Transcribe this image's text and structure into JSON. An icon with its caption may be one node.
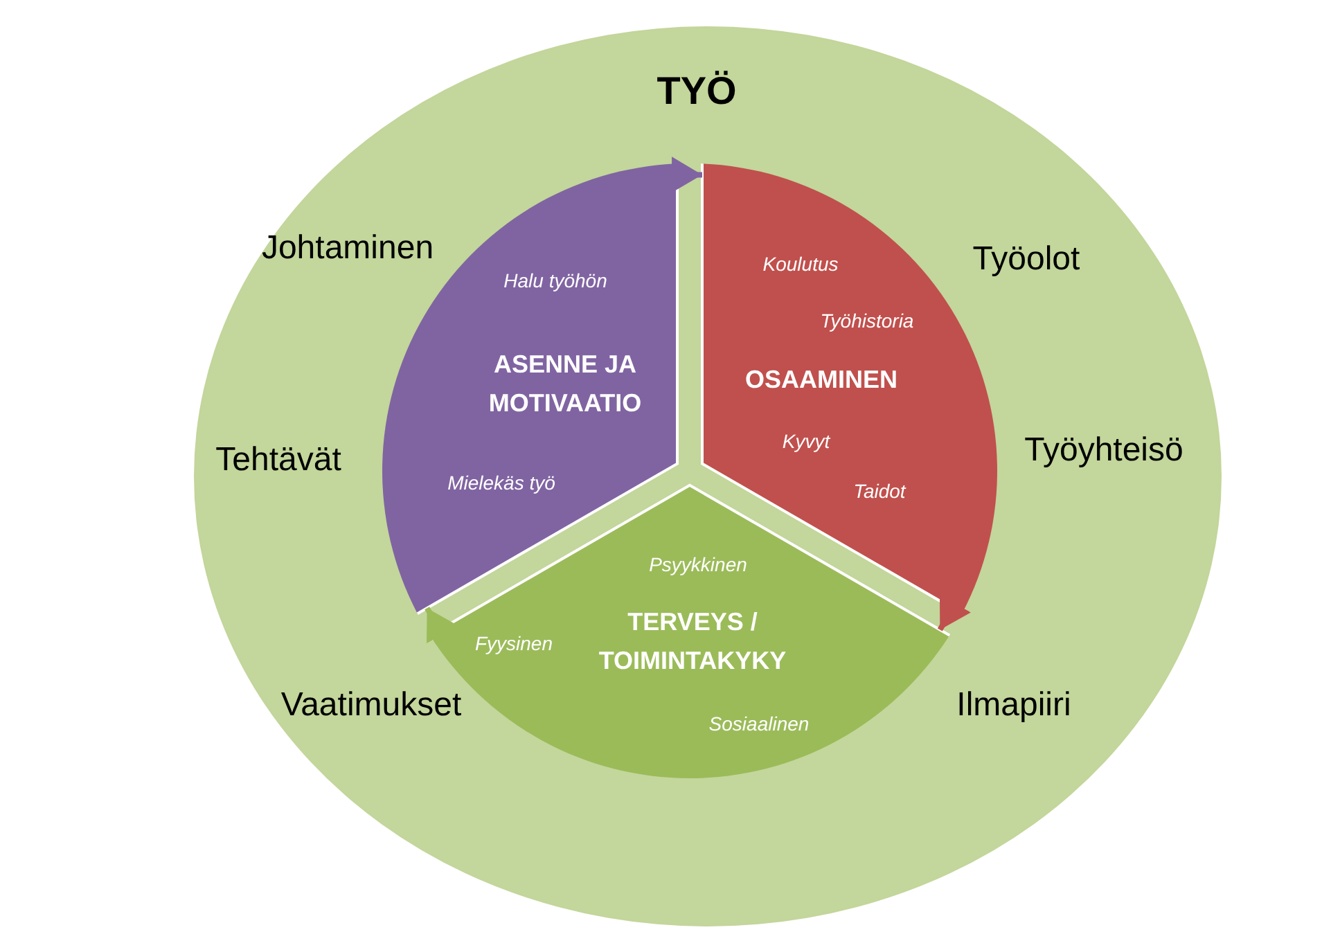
{
  "diagram": {
    "nodes": [
      {
        "text": [
          "TYÖ",
          "Johtaminen",
          "Työolot",
          "Tehtävät",
          "Työyhteisö",
          "Vaatimukset",
          "Ilmapiiri"
        ]
      },
      {
        "text": [
          "Halu työhön",
          "ASENNE JA MOTIVAATIO",
          "Mielekäs työ"
        ],
        "in": 0
      },
      {
        "text": [
          "Koulutus",
          "Työhistoria",
          "OSAAMINEN",
          "Kyvyt",
          "Taidot"
        ],
        "in": 0
      },
      {
        "text": [
          "Psyykkinen",
          "Fyysinen",
          "TERVEYS / TOIMINTAKYKY",
          "Sosiaalinen"
        ],
        "in": 0
      }
    ],
    "edges": [
      {
        "from": 1,
        "to": 2,
        "arrow": "to",
        "color": "#8064a2"
      },
      {
        "from": 2,
        "to": 3,
        "arrow": "to",
        "color": "#c0504d"
      },
      {
        "from": 3,
        "to": 1,
        "arrow": "to",
        "color": "#9bbb59"
      }
    ]
  }
}
